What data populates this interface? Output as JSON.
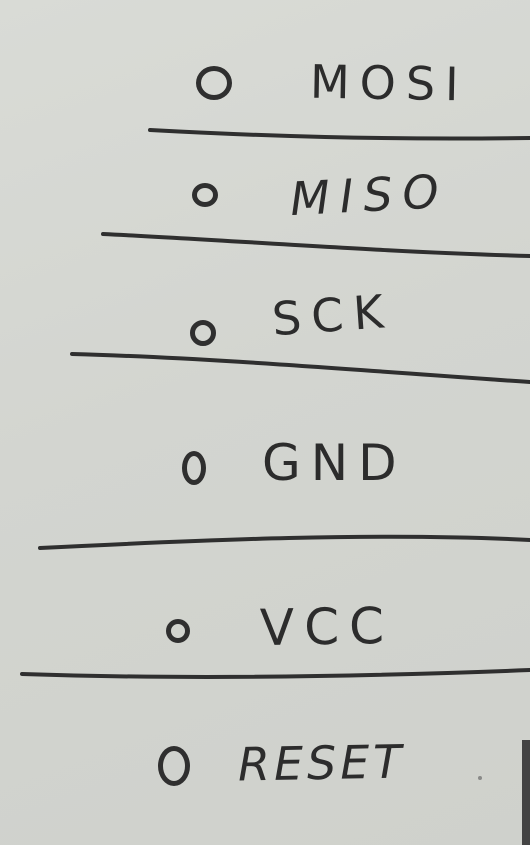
{
  "pins": [
    {
      "id": "mosi",
      "label": "MOSI"
    },
    {
      "id": "miso",
      "label": "MISO"
    },
    {
      "id": "sck",
      "label": "SCK"
    },
    {
      "id": "gnd",
      "label": "GND"
    },
    {
      "id": "vcc",
      "label": "VCC"
    },
    {
      "id": "reset",
      "label": "RESET"
    }
  ]
}
